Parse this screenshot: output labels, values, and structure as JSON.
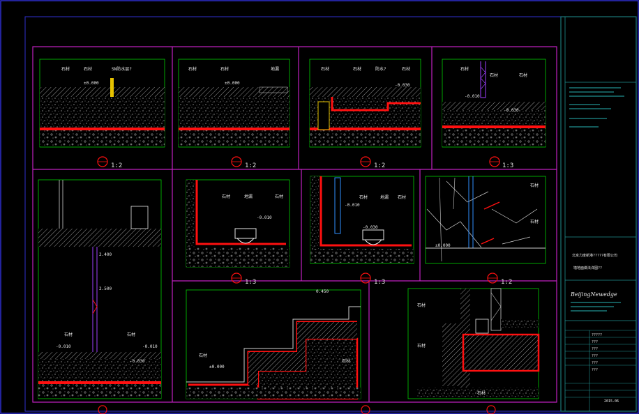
{
  "colors": {
    "background": "#000000",
    "sheet_border": "#2f2fd0",
    "frame": "#c020c0",
    "dim_line": "#00d000",
    "section_red": "#ff1010",
    "hatch": "#d0d0d0",
    "text": "#e8e8e8",
    "title_block": "#209090"
  },
  "details": [
    {
      "id": "d1",
      "scale": "1:2",
      "labels": [
        "石材",
        "石材",
        "SN防水层?",
        "±0.000"
      ]
    },
    {
      "id": "d2",
      "scale": "1:2",
      "labels": [
        "石材",
        "石材",
        "地漏",
        "±0.000"
      ]
    },
    {
      "id": "d3",
      "scale": "1:2",
      "labels": [
        "石材",
        "石材",
        "防水?",
        "石材",
        "-0.030"
      ]
    },
    {
      "id": "d4",
      "scale": "1:3",
      "labels": [
        "石材",
        "石材",
        "石材",
        "-0.010",
        "-0.030"
      ]
    },
    {
      "id": "d5",
      "scale": "",
      "labels": [
        "2.400",
        "2.500",
        "石材",
        "石材",
        "-0.010",
        "-0.010",
        "-0.030"
      ]
    },
    {
      "id": "d6",
      "scale": "1:3",
      "labels": [
        "石材",
        "石材",
        "地漏",
        "-0.010"
      ]
    },
    {
      "id": "d7",
      "scale": "1:3",
      "labels": [
        "石材",
        "石材",
        "地漏",
        "-0.010",
        "-0.030"
      ]
    },
    {
      "id": "d8",
      "scale": "1:2",
      "labels": [
        "石材",
        "石材",
        "±0.000"
      ]
    },
    {
      "id": "d9",
      "scale": "",
      "labels": [
        "0.450",
        "石材",
        "石材",
        "±0.000"
      ]
    },
    {
      "id": "d10",
      "scale": "",
      "labels": [
        "石材",
        "石材",
        "石材"
      ]
    }
  ],
  "title_block": {
    "company": "北京力度新港?????有限公司",
    "project": "BeijingNewedge",
    "drawing_name": "墙地面做法详图??",
    "date": "2015.06",
    "rows": [
      "?????",
      "???",
      "???",
      "???",
      "???",
      "???"
    ]
  }
}
